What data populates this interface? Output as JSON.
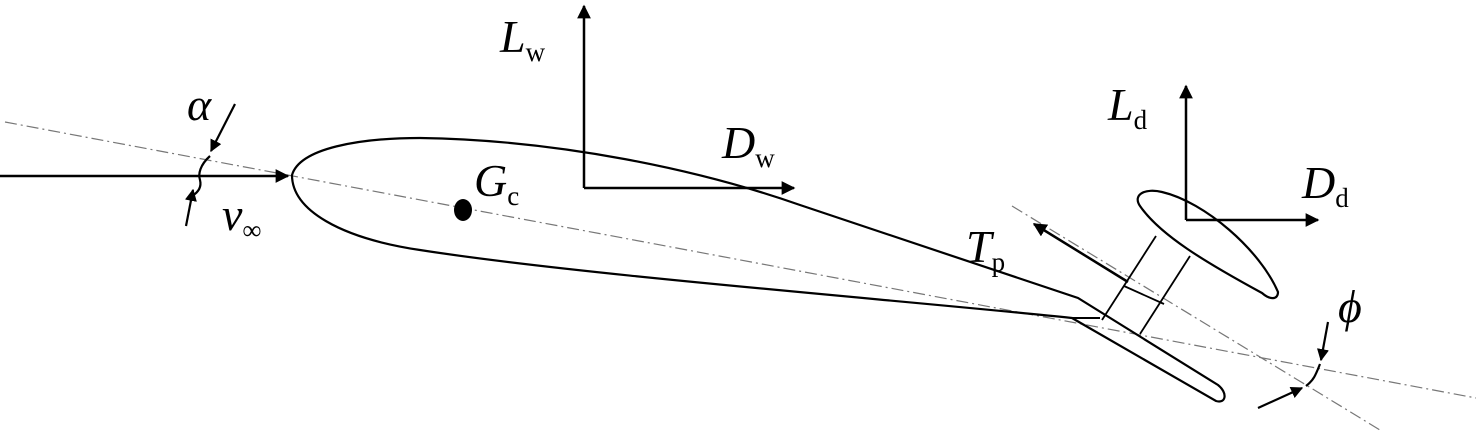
{
  "labels": {
    "lift_wing": {
      "main": "L",
      "sub": "w"
    },
    "drag_wing": {
      "main": "D",
      "sub": "w"
    },
    "lift_d": {
      "main": "L",
      "sub": "d"
    },
    "drag_d": {
      "main": "D",
      "sub": "d"
    },
    "thrust": {
      "main": "T",
      "sub": "p"
    },
    "cog": {
      "main": "G",
      "sub": "c"
    },
    "velocity": {
      "main": "v",
      "sub": "∞"
    },
    "alpha": "α",
    "phi": "ϕ"
  }
}
